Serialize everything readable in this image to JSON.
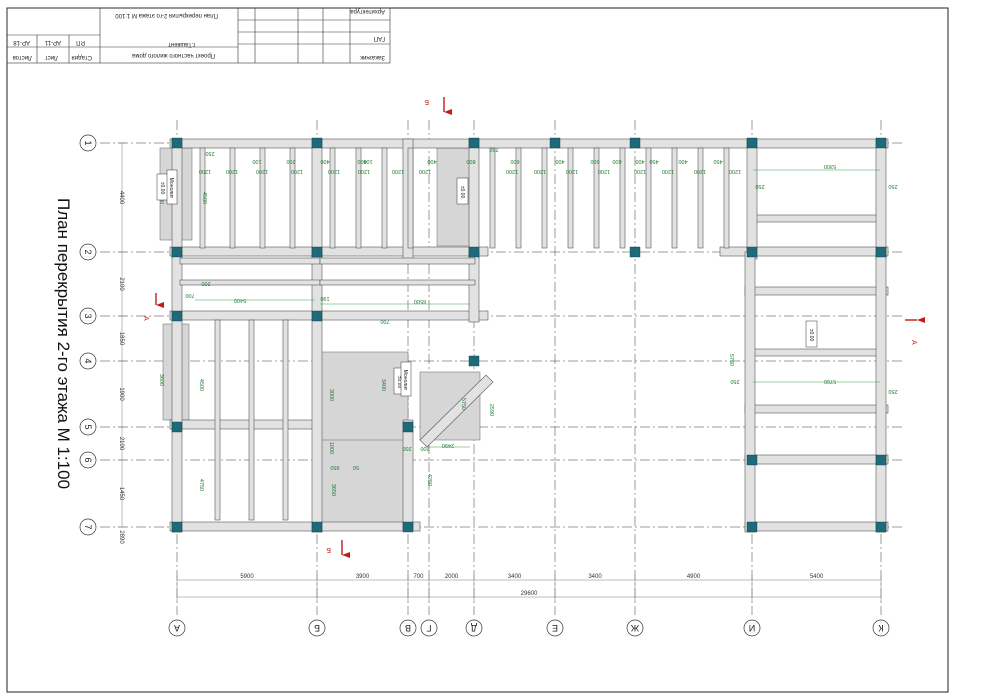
{
  "title": "План перекрытия 2-го этажа  М 1:100",
  "title_block": {
    "project": "Проект частного жилого дома",
    "location": "г.Ташкент",
    "sheet_title": "План перекрытия 2-го этажа  М 1:100",
    "customer": "Заказчик",
    "gap": "ГАП",
    "architecture": "Архитектура",
    "stage_label": "Стадия",
    "stage_value": "Р.П",
    "sheet_label": "Лист",
    "sheet_value": "АР-11",
    "sheets_label": "Листов",
    "sheets_value": "АР-18"
  },
  "axes_letters": [
    "А",
    "Б",
    "В",
    "Г",
    "Д",
    "Е",
    "Ж",
    "И",
    "К"
  ],
  "axes_numbers": [
    "1",
    "2",
    "3",
    "4",
    "5",
    "6",
    "7"
  ],
  "bottom_dims": [
    "5900",
    "3900",
    "700",
    "2000",
    "3400",
    "3400",
    "4900",
    "5400"
  ],
  "bottom_total": "29600",
  "left_dims": [
    "4400",
    "2100",
    "1850",
    "1900",
    "2100",
    "1450",
    "2890"
  ],
  "beam_labels": [
    "1200",
    "1200",
    "1200",
    "1200",
    "1200",
    "1200",
    "1200",
    "1200",
    "1200",
    "1200",
    "1200",
    "1200",
    "1200",
    "1200",
    "1200",
    "1200"
  ],
  "spacing_labels": [
    "400",
    "400",
    "400",
    "400",
    "400",
    "400",
    "450",
    "450",
    "100",
    "200",
    "100",
    "800",
    "600",
    "600",
    "600"
  ],
  "small_labels": [
    "250",
    "250",
    "250",
    "250",
    "200",
    "200",
    "190",
    "700",
    "700",
    "200",
    "250",
    "250"
  ],
  "green_dims": [
    "4500",
    "4500",
    "3600",
    "5400",
    "6500",
    "4500",
    "4250",
    "3650",
    "2490",
    "2590",
    "5750",
    "3000",
    "1000",
    "950",
    "50",
    "5300",
    "5700",
    "5750",
    "4750",
    "3400"
  ],
  "level_tags": [
    "±0.00",
    "±0.00",
    "±0.00",
    "±0.00"
  ],
  "tag_names": [
    "Монолит",
    "Монолит"
  ],
  "section_marks": [
    "А",
    "А",
    "Б",
    "Б"
  ]
}
